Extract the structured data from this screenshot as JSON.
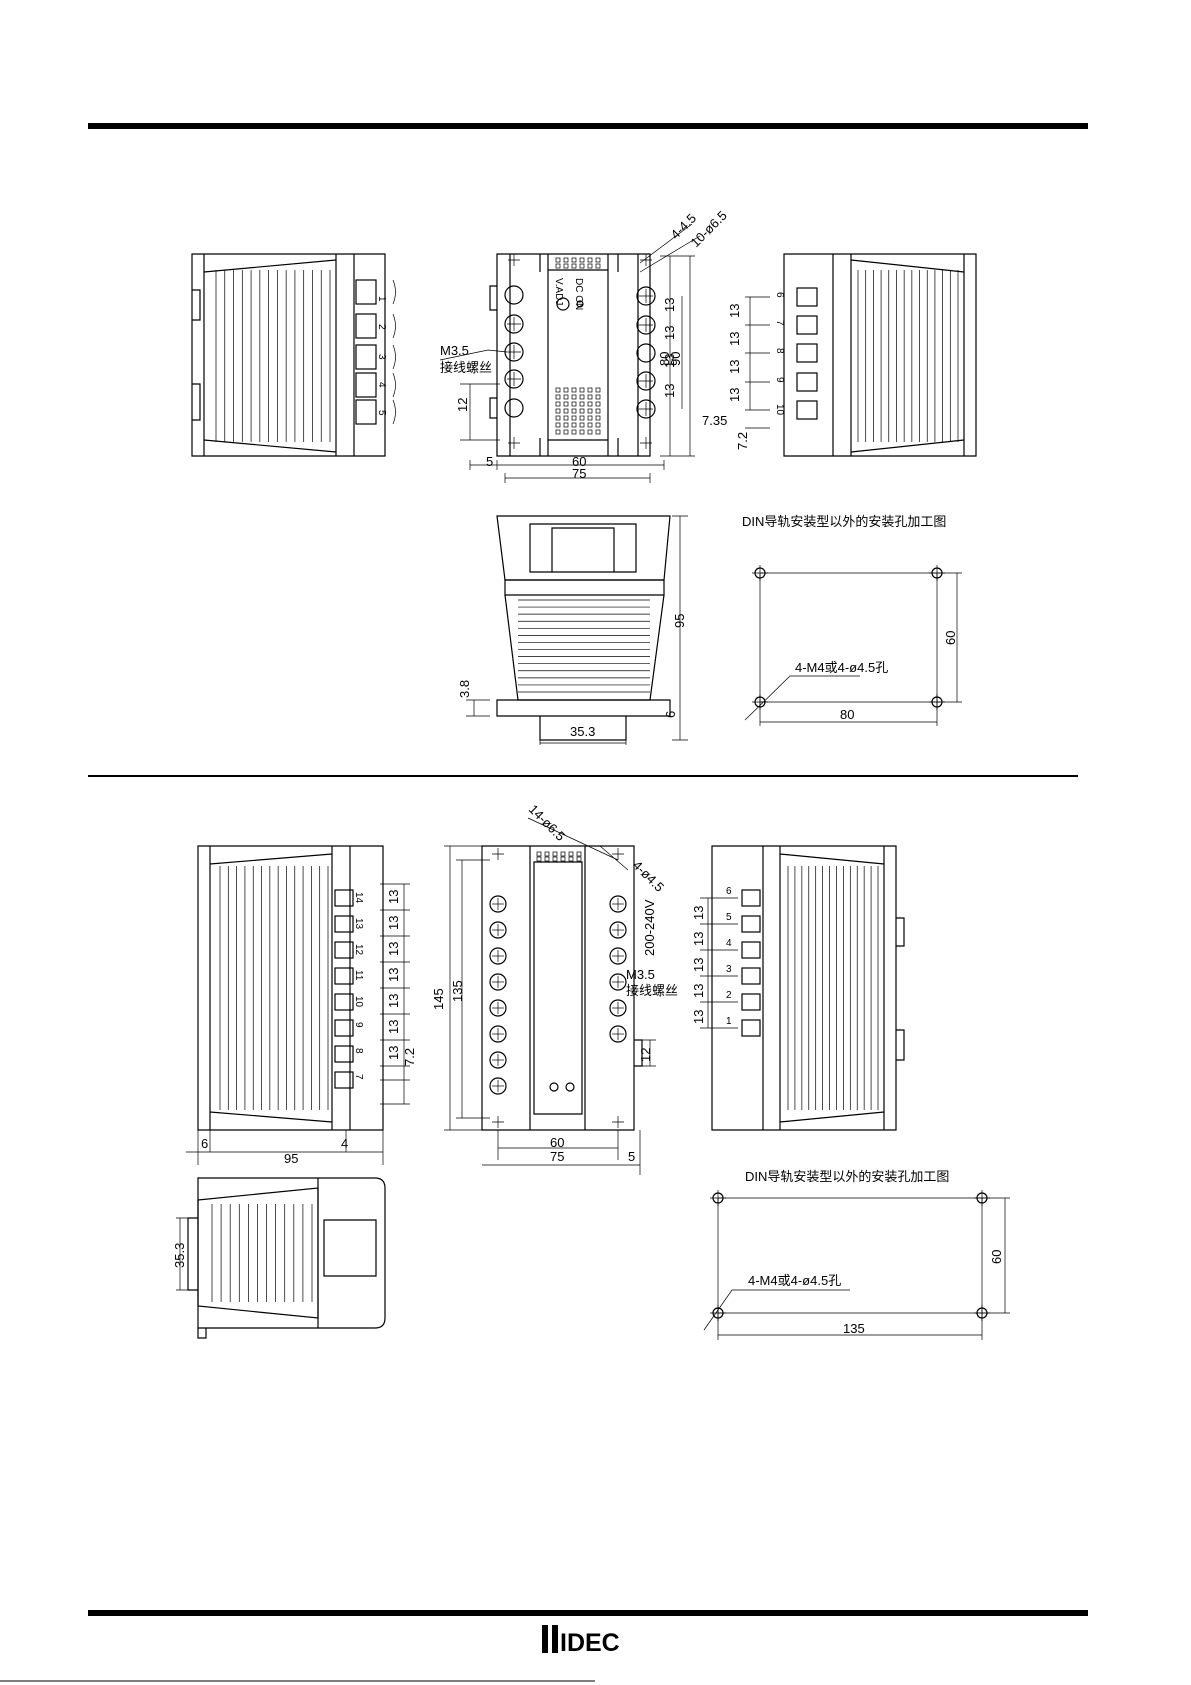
{
  "colors": {
    "ink": "#000000",
    "paper": "#ffffff"
  },
  "logo": {
    "text": "IDEC"
  },
  "top": {
    "side_terminals": [
      "1",
      "2",
      "3",
      "4",
      "5"
    ],
    "right_terminals": [
      "6",
      "7",
      "8",
      "9",
      "10"
    ],
    "front_label_1": "V.ADJ",
    "front_label_2": "DC ON",
    "callout_holes": "4-4.5",
    "callout_screws": "10-ø6.5",
    "screw_spec": "M3.5",
    "screw_label": "接线螺丝",
    "dim_pitch": "13",
    "dim_80": "80",
    "dim_90": "90",
    "dim_735": "7.35",
    "dim_72": "7.2",
    "dim_12": "12",
    "dim_5": "5",
    "dim_60": "60",
    "dim_75": "75",
    "dim_95": "95",
    "dim_38": "3.8",
    "dim_6": "6",
    "dim_353": "35.3",
    "mount_title": "DIN导轨安装型以外的安装孔加工图",
    "mount_holes": "4-M4或4-ø4.5孔",
    "mount_w": "80",
    "mount_h": "60"
  },
  "bottom": {
    "left_terminals": [
      "14",
      "13",
      "12",
      "11",
      "10",
      "9",
      "8",
      "7"
    ],
    "right_terminals": [
      "6",
      "5",
      "4",
      "3",
      "2",
      "1"
    ],
    "callout_screws": "14-ø6.5",
    "callout_holes": "4-ø4.5",
    "voltage": "200-240V",
    "screw_spec": "M3.5",
    "screw_label": "接线螺丝",
    "dim_pitch": "13",
    "dim_72": "7.2",
    "dim_145": "145",
    "dim_135": "135",
    "dim_12": "12",
    "dim_60": "60",
    "dim_75": "75",
    "dim_5": "5",
    "dim_6": "6",
    "dim_95": "95",
    "dim_4": "4",
    "dim_353": "35.3",
    "mount_title": "DIN导轨安装型以外的安装孔加工图",
    "mount_holes": "4-M4或4-ø4.5孔",
    "mount_w": "135",
    "mount_h": "60"
  }
}
